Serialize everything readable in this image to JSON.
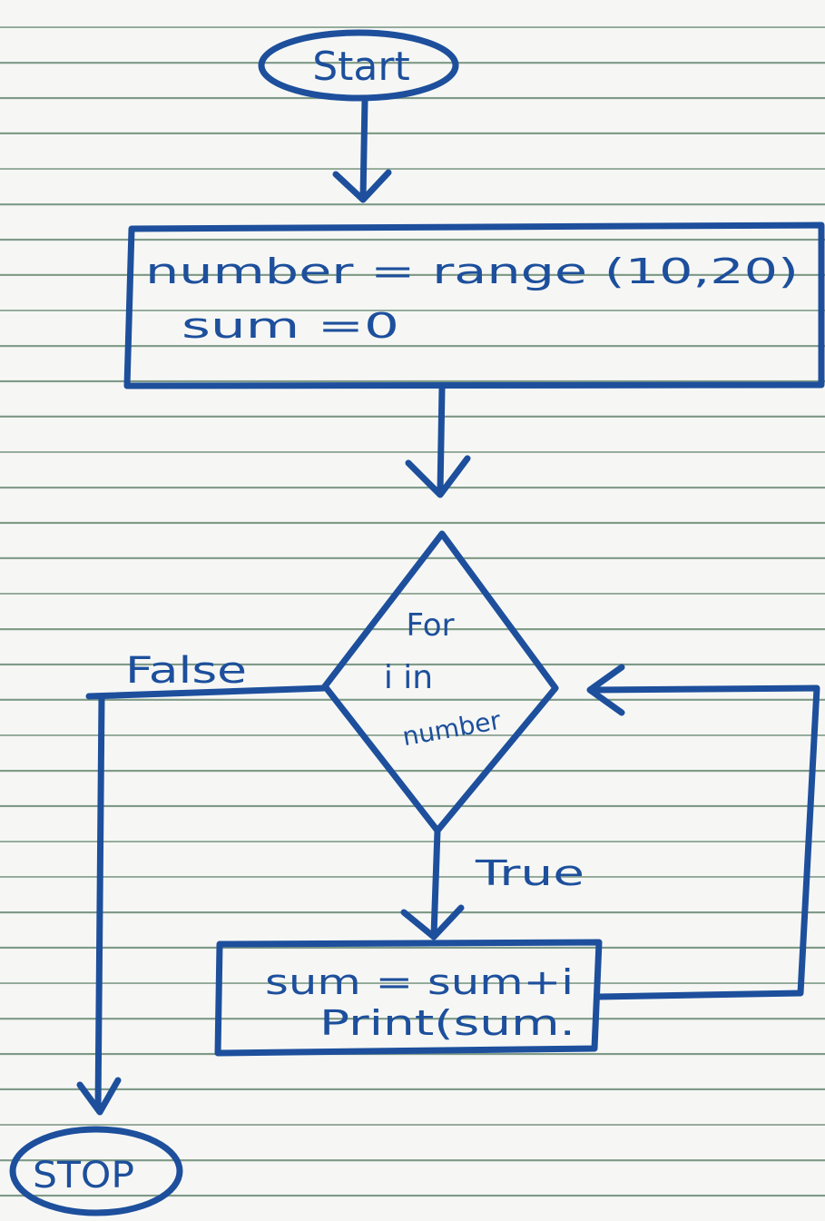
{
  "diagram": {
    "start_label": "Start",
    "init_line1": "number = range (10,20)",
    "init_line2": "sum =0",
    "decision_line1": "For",
    "decision_line2": "i in",
    "decision_line3": "number",
    "false_label": "False",
    "true_label": "True",
    "process_line1": "sum = sum+i",
    "process_line2": "Print(sum.",
    "stop_label": "STOP"
  },
  "colors": {
    "ink": "#1d4f9c",
    "paper": "#f6f7f5",
    "rule_line": "#7f9a87"
  }
}
